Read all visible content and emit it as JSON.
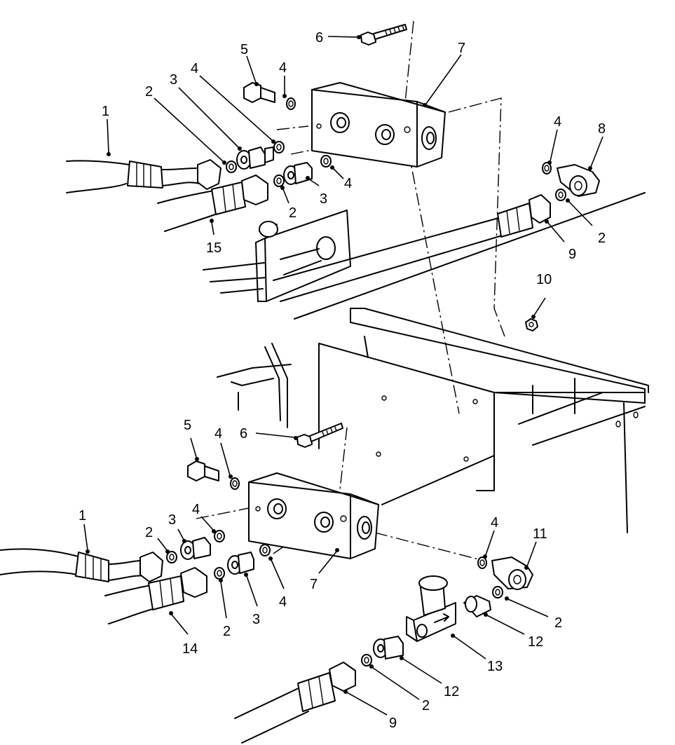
{
  "figure": {
    "callouts": [
      {
        "id": "c1a",
        "text": "1"
      },
      {
        "id": "c2a",
        "text": "2"
      },
      {
        "id": "c3a",
        "text": "3"
      },
      {
        "id": "c4a",
        "text": "4"
      },
      {
        "id": "c5a",
        "text": "5"
      },
      {
        "id": "c4b",
        "text": "4"
      },
      {
        "id": "c6a",
        "text": "6"
      },
      {
        "id": "c7a",
        "text": "7"
      },
      {
        "id": "c4c",
        "text": "4"
      },
      {
        "id": "c8",
        "text": "8"
      },
      {
        "id": "c4d",
        "text": "4"
      },
      {
        "id": "c3b",
        "text": "3"
      },
      {
        "id": "c2b",
        "text": "2"
      },
      {
        "id": "c15",
        "text": "15"
      },
      {
        "id": "c2c",
        "text": "2"
      },
      {
        "id": "c9a",
        "text": "9"
      },
      {
        "id": "c10",
        "text": "10"
      },
      {
        "id": "c5b",
        "text": "5"
      },
      {
        "id": "c4e",
        "text": "4"
      },
      {
        "id": "c6b",
        "text": "6"
      },
      {
        "id": "c1b",
        "text": "1"
      },
      {
        "id": "c2d",
        "text": "2"
      },
      {
        "id": "c3c",
        "text": "3"
      },
      {
        "id": "c4f",
        "text": "4"
      },
      {
        "id": "c4g",
        "text": "4"
      },
      {
        "id": "c3d",
        "text": "3"
      },
      {
        "id": "c2e",
        "text": "2"
      },
      {
        "id": "c7b",
        "text": "7"
      },
      {
        "id": "c14",
        "text": "14"
      },
      {
        "id": "c4h",
        "text": "4"
      },
      {
        "id": "c11",
        "text": "11"
      },
      {
        "id": "c2f",
        "text": "2"
      },
      {
        "id": "c12a",
        "text": "12"
      },
      {
        "id": "c13",
        "text": "13"
      },
      {
        "id": "c12b",
        "text": "12"
      },
      {
        "id": "c2g",
        "text": "2"
      },
      {
        "id": "c9b",
        "text": "9"
      }
    ]
  }
}
